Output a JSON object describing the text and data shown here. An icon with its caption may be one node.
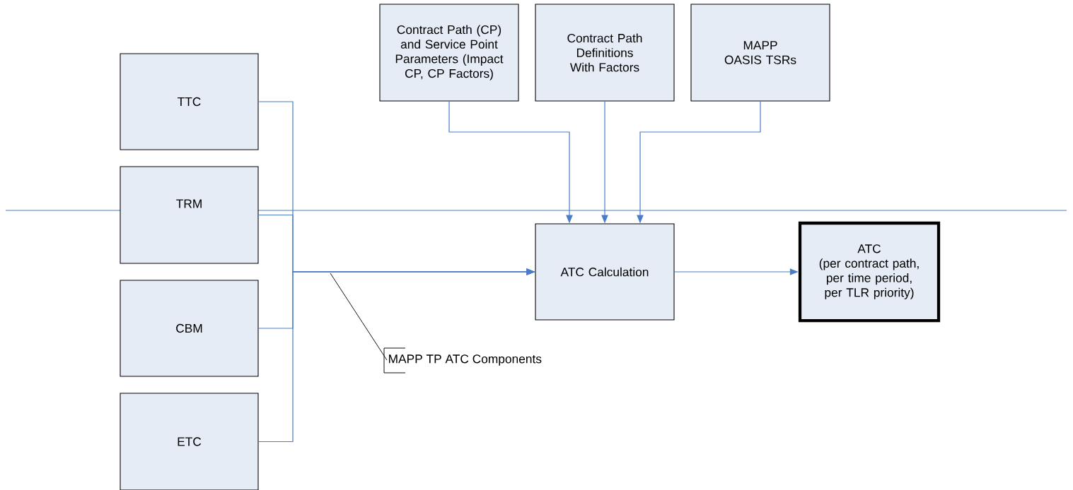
{
  "diagram": {
    "nodes": [
      {
        "text": [
          "TTC"
        ]
      },
      {
        "text": [
          "TRM"
        ]
      },
      {
        "text": [
          "CBM"
        ]
      },
      {
        "text": [
          "ETC"
        ]
      },
      {
        "text": [
          "Contract Path (CP) and Service Point Parameters (Impact CP, CP Factors)"
        ]
      },
      {
        "text": [
          "Contract Path Definitions With Factors"
        ]
      },
      {
        "text": [
          "MAPP OASIS TSRs"
        ]
      },
      {
        "text": [
          "ATC Calculation"
        ]
      },
      {
        "text": [
          "ATC",
          "(per contract path, per time period, per TLR priority)"
        ]
      },
      {
        "text": [
          "MAPP TP ATC Components"
        ]
      }
    ],
    "edges": [
      {
        "from": 0,
        "to": 7,
        "arrow": "to"
      },
      {
        "from": 1,
        "to": 7,
        "arrow": "to"
      },
      {
        "from": 2,
        "to": 7,
        "arrow": "to"
      },
      {
        "from": 3,
        "to": 7,
        "arrow": "to"
      },
      {
        "from": 4,
        "to": 7,
        "arrow": "to"
      },
      {
        "from": 5,
        "to": 7,
        "arrow": "to"
      },
      {
        "from": 6,
        "to": 7,
        "arrow": "to"
      },
      {
        "from": 7,
        "to": 8,
        "arrow": "to"
      },
      {
        "from": 9,
        "to": null,
        "arrow": "none",
        "color": "#000000"
      }
    ]
  }
}
